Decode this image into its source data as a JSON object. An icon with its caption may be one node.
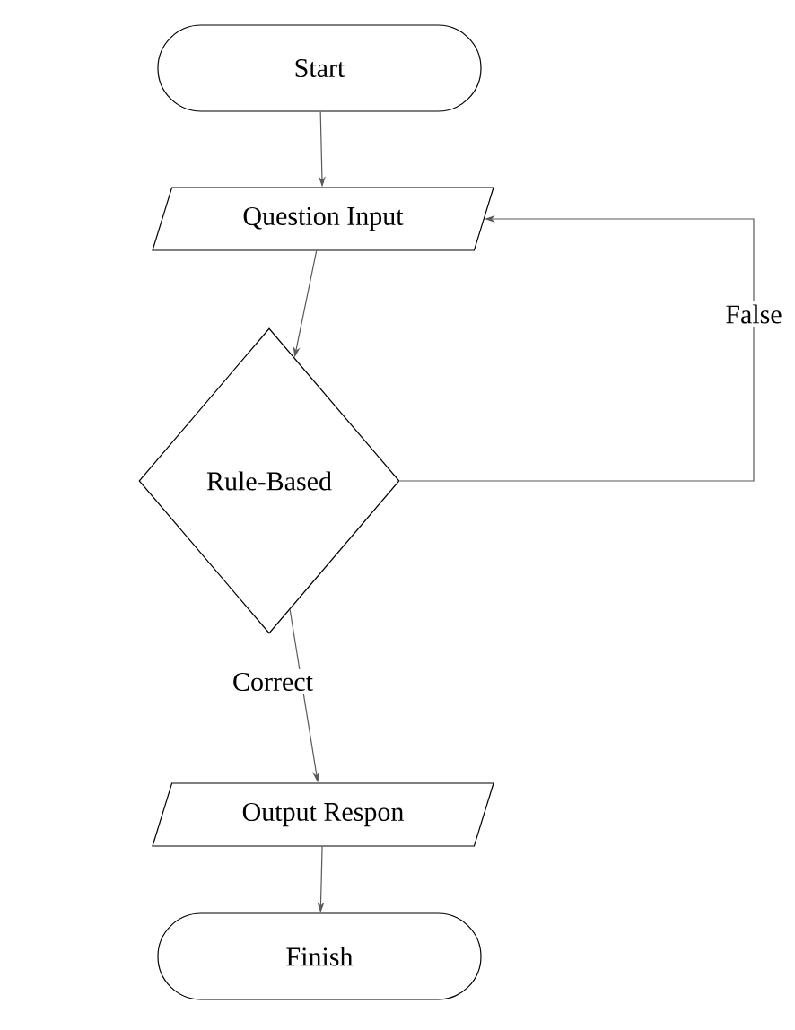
{
  "diagram": {
    "nodes": [
      {
        "text": [
          "Start"
        ]
      },
      {
        "text": [
          "Question Input"
        ]
      },
      {
        "text": [
          "Rule-Based"
        ]
      },
      {
        "text": [
          "Output Respon"
        ]
      },
      {
        "text": [
          "Finish"
        ]
      }
    ],
    "edges": [
      {
        "from": 0,
        "to": 1,
        "arrow": "to"
      },
      {
        "from": 1,
        "to": 2,
        "arrow": "to"
      },
      {
        "from": 2,
        "to": 1,
        "arrow": "to",
        "label": "False"
      },
      {
        "from": 2,
        "to": 3,
        "arrow": "to",
        "label": "Correct"
      },
      {
        "from": 3,
        "to": 4,
        "arrow": "to"
      }
    ]
  }
}
